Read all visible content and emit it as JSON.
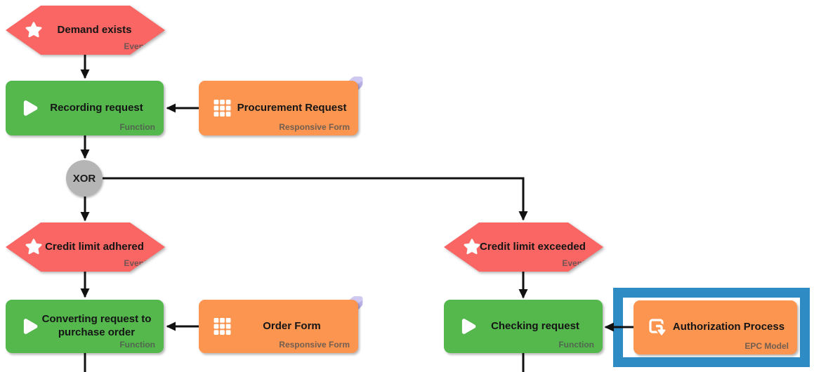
{
  "colors": {
    "event": "#f96663",
    "function": "#54b84d",
    "form": "#fb9550",
    "connector_fill": "#b5b5b5",
    "edge": "#111111",
    "selection_highlight": "#2e8bc3",
    "tag_badge": "#cfc9f1",
    "canvas": "#ffffff"
  },
  "icons": {
    "star-icon": "five-point star (event)",
    "play-icon": "rounded play triangle (function)",
    "grid-icon": "3x3 grid (responsive form)",
    "subprocess-icon": "square with drill-down arrow (epc model)",
    "tag-icon": "label tag badge on form corner"
  },
  "nodes": {
    "demand_exists": {
      "label": "Demand exists",
      "type_label": "Event"
    },
    "recording_request": {
      "label": "Recording request",
      "type_label": "Function"
    },
    "procurement_request": {
      "label": "Procurement Request",
      "type_label": "Responsive Form"
    },
    "xor_connector": {
      "label": "XOR"
    },
    "credit_limit_adhered": {
      "label": "Credit limit adhered",
      "type_label": "Event"
    },
    "credit_limit_exceeded": {
      "label": "Credit limit exceeded",
      "type_label": "Event"
    },
    "converting_request": {
      "label": "Converting request to purchase order",
      "type_label": "Function"
    },
    "order_form": {
      "label": "Order Form",
      "type_label": "Responsive Form"
    },
    "checking_request": {
      "label": "Checking request",
      "type_label": "Function"
    },
    "authorization_process": {
      "label": "Authorization Process",
      "type_label": "EPC Model",
      "selected": true
    }
  }
}
